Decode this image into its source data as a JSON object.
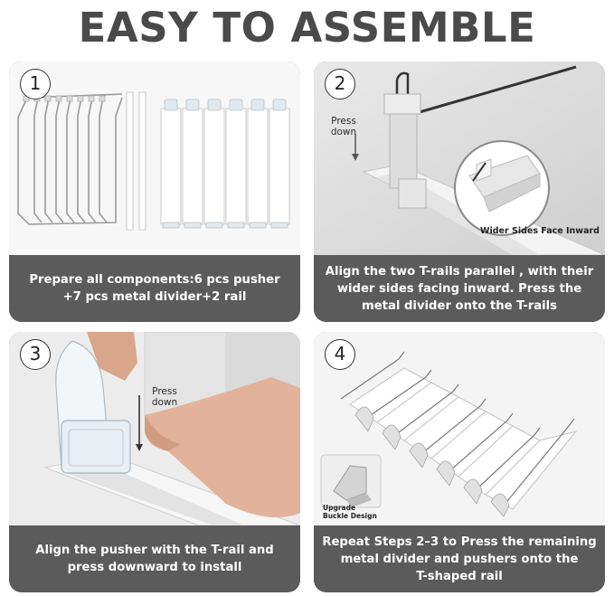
{
  "title": "EASY TO ASSEMBLE",
  "steps": [
    {
      "number": "1",
      "caption_line1": "Prepare all components:6 pcs pusher",
      "caption_line2": "+7 pcs metal divider+2 rail",
      "caption_line3": ""
    },
    {
      "number": "2",
      "note": "Press down",
      "callout": "Wider Sides Face Inward",
      "caption_line1": "Align the two T-rails parallel , with their",
      "caption_line2": "wider sides facing inward. Press the",
      "caption_line3": "metal divider onto the T-rails"
    },
    {
      "number": "3",
      "note": "Press down",
      "caption_line1": "Align the pusher with the T-rail and",
      "caption_line2": "press downward to install",
      "caption_line3": ""
    },
    {
      "number": "4",
      "callout_line1": "Upgrade",
      "callout_line2": "Buckle Design",
      "caption_line1": "Repeat Steps 2–3 to Press the remaining",
      "caption_line2": "metal divider and pushers onto the",
      "caption_line3": "T-shaped rail"
    }
  ],
  "colors": {
    "title": "#4a4a4a",
    "panel": "#5b5b5b",
    "caption_text": "#ffffff"
  }
}
